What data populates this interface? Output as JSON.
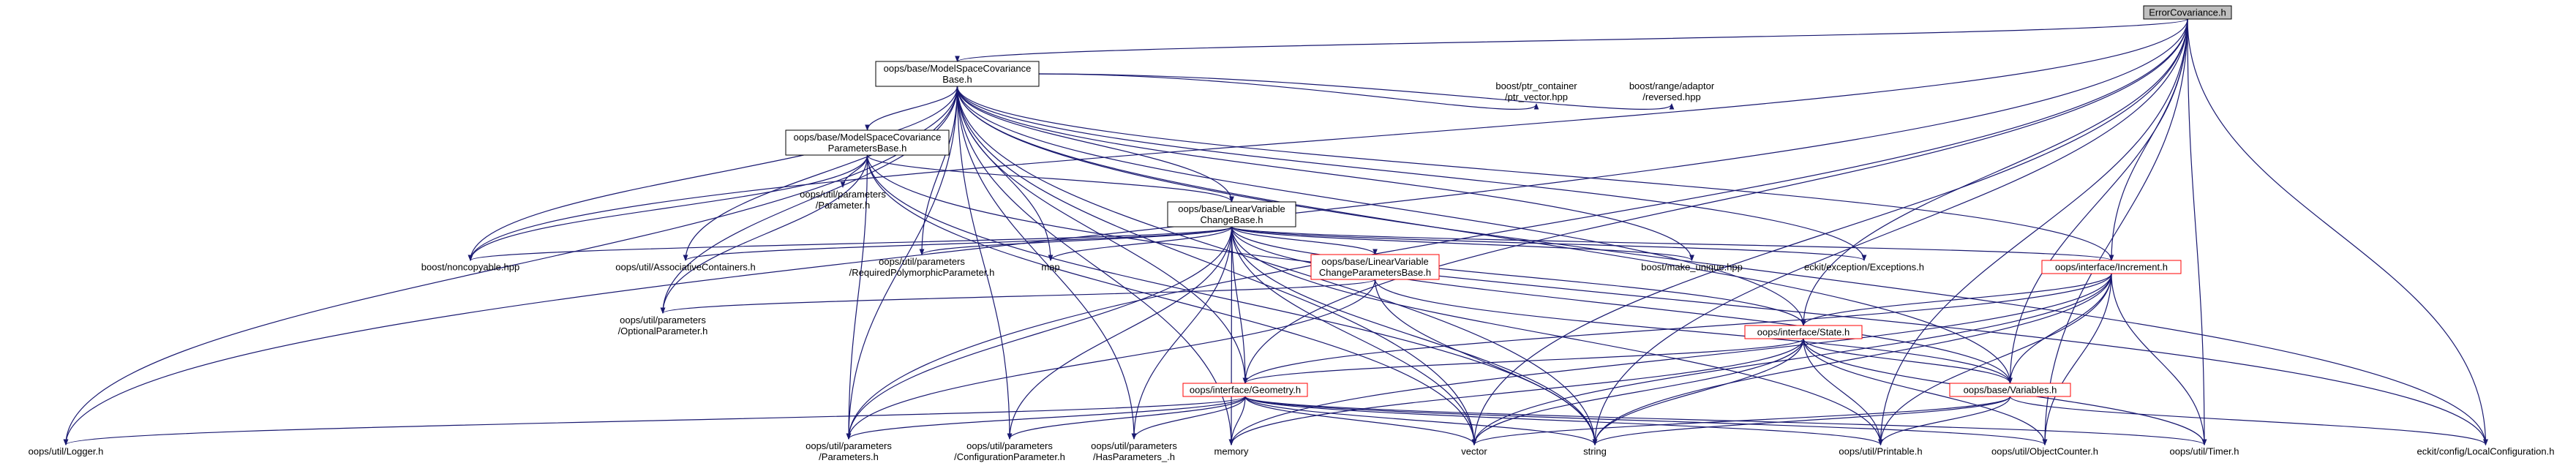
{
  "colors": {
    "edge": "#191970",
    "border_black": "#000000",
    "border_gray": "#bfbfbf",
    "border_red": "#ff0000",
    "root_fill": "#bfbfbf"
  },
  "nodes": {
    "root": [
      "ErrorCovariance.h"
    ],
    "msc_base": [
      "oops/base/ModelSpaceCovariance",
      "Base.h"
    ],
    "msc_params": [
      "oops/base/ModelSpaceCovariance",
      "ParametersBase.h"
    ],
    "ptr_vector": [
      "boost/ptr_container",
      "/ptr_vector.hpp"
    ],
    "reversed": [
      "boost/range/adaptor",
      "/reversed.hpp"
    ],
    "parameter_h": [
      "oops/util/parameters",
      "/Parameter.h"
    ],
    "lvc_base": [
      "oops/base/LinearVariable",
      "ChangeBase.h"
    ],
    "noncopyable": [
      "boost/noncopyable.hpp"
    ],
    "assoc": [
      "oops/util/AssociativeContainers.h"
    ],
    "req_poly": [
      "oops/util/parameters",
      "/RequiredPolymorphicParameter.h"
    ],
    "map": [
      "map"
    ],
    "lvc_params": [
      "oops/base/LinearVariable",
      "ChangeParametersBase.h"
    ],
    "make_unique": [
      "boost/make_unique.hpp"
    ],
    "exceptions": [
      "eckit/exception/Exceptions.h"
    ],
    "increment": [
      "oops/interface/Increment.h"
    ],
    "optional_param": [
      "oops/util/parameters",
      "/OptionalParameter.h"
    ],
    "state": [
      "oops/interface/State.h"
    ],
    "geometry": [
      "oops/interface/Geometry.h"
    ],
    "variables": [
      "oops/base/Variables.h"
    ],
    "logger": [
      "oops/util/Logger.h"
    ],
    "parameters_h": [
      "oops/util/parameters",
      "/Parameters.h"
    ],
    "config_param": [
      "oops/util/parameters",
      "/ConfigurationParameter.h"
    ],
    "has_params": [
      "oops/util/parameters",
      "/HasParameters_.h"
    ],
    "memory": [
      "memory"
    ],
    "vector": [
      "vector"
    ],
    "string": [
      "string"
    ],
    "printable": [
      "oops/util/Printable.h"
    ],
    "object_counter": [
      "oops/util/ObjectCounter.h"
    ],
    "timer": [
      "oops/util/Timer.h"
    ],
    "local_config": [
      "eckit/config/LocalConfiguration.h"
    ]
  }
}
